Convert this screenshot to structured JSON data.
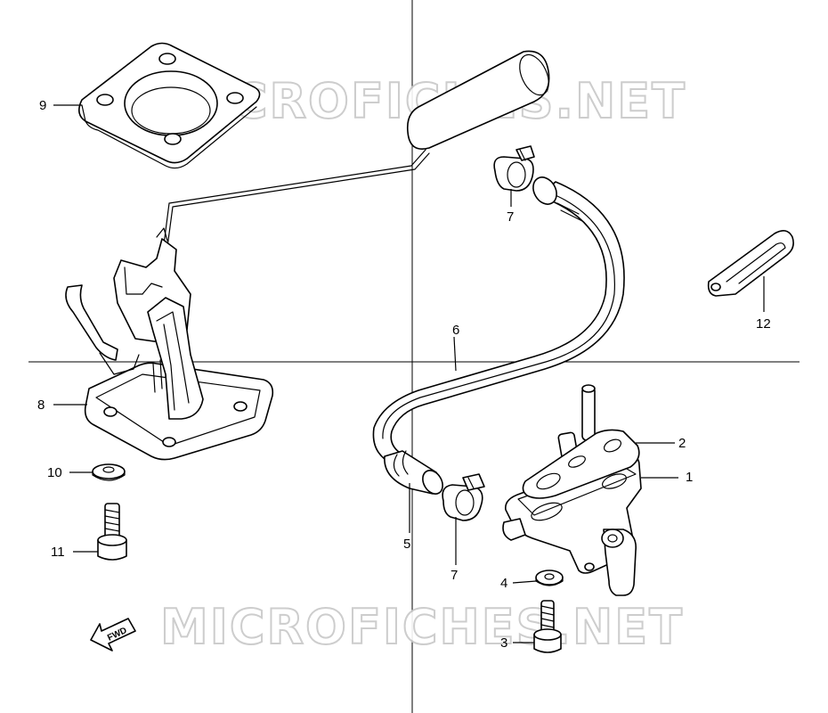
{
  "watermark": "MICROFICHES.NET",
  "fwd_label": "FWD",
  "callouts": [
    {
      "id": "1",
      "part": "fuel-cock"
    },
    {
      "id": "2",
      "part": "gasket"
    },
    {
      "id": "3",
      "part": "bolt"
    },
    {
      "id": "4",
      "part": "washer"
    },
    {
      "id": "5",
      "part": "fuel-hose-end"
    },
    {
      "id": "6",
      "part": "fuel-hose"
    },
    {
      "id": "7",
      "part": "hose-clamp"
    },
    {
      "id": "8",
      "part": "fuel-level-gauge"
    },
    {
      "id": "9",
      "part": "gauge-gasket"
    },
    {
      "id": "10",
      "part": "washer"
    },
    {
      "id": "11",
      "part": "bolt"
    },
    {
      "id": "12",
      "part": "hose-clip"
    }
  ]
}
